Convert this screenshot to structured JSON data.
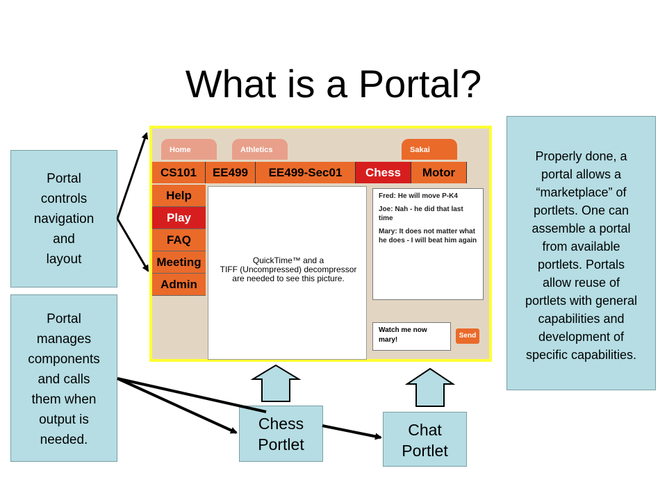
{
  "title": "What is a Portal?",
  "notes": {
    "navigation": "Portal\ncontrols\nnavigation\nand\nlayout",
    "components": "Portal\nmanages\ncomponents\nand calls\nthem when\noutput is\nneeded.",
    "marketplace": "Properly done, a\nportal allows a\n“marketplace” of\nportlets.  One can\nassemble a portal\nfrom available\nportlets. Portals\nallow reuse of\nportlets with general\ncapabilities and\ndevelopment of\nspecific capabilities."
  },
  "portlets": {
    "chess": "Chess\nPortlet",
    "chat": "Chat\nPortlet"
  },
  "portal": {
    "top_tabs": [
      "Home",
      "Athletics",
      "Sakai"
    ],
    "course_tabs": [
      "CS101",
      "EE499",
      "EE499-Sec01",
      "Chess",
      "Motor"
    ],
    "active_course_tab": "Chess",
    "side_menu": [
      "Help",
      "Play",
      "FAQ",
      "Meeting",
      "Admin"
    ],
    "active_side_item": "Play",
    "chess_placeholder": "QuickTime™ and a\nTIFF (Uncompressed) decompressor\nare needed to see this picture.",
    "chat_messages": [
      "Fred: He will move P-K4",
      "Joe: Nah - he did that last time",
      "Mary: It does not matter what he does - I will beat him again"
    ],
    "chat_input": "Watch me now mary!",
    "send_label": "Send"
  },
  "colors": {
    "portal_border": "#ffff33",
    "tab": "#ea6a2a",
    "tab_active": "#d71e1e",
    "note": "#b5dde3",
    "top_tab": "#e8a08a"
  }
}
